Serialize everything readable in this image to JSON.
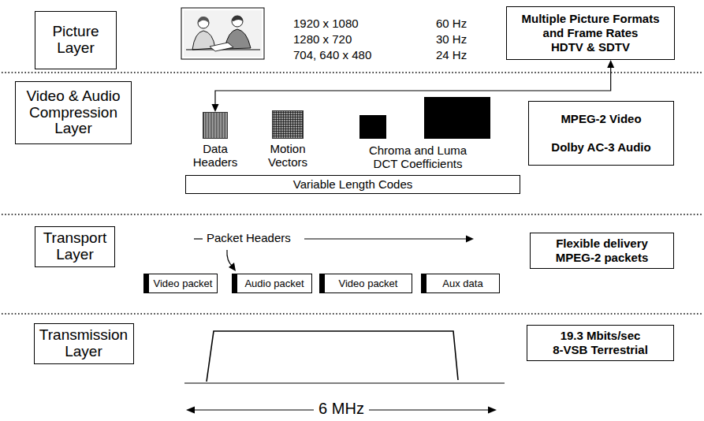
{
  "diagram": {
    "nodes": [
      {
        "text": [
          "Picture Layer"
        ]
      },
      {
        "text": [
          "Multiple Picture Formats and Frame Rates",
          "HDTV & SDTV"
        ]
      },
      {
        "text": [
          "Video & Audio Compression Layer"
        ]
      },
      {
        "text": [
          "Data Headers"
        ]
      },
      {
        "text": [
          "Motion Vectors"
        ]
      },
      {
        "text": [
          "MPEG-2 Video",
          "Dolby AC-3 Audio"
        ]
      },
      {
        "text": [
          "Variable Length Codes"
        ]
      },
      {
        "text": [
          "Transport Layer"
        ]
      },
      {
        "text": [
          "Flexible delivery",
          "MPEG-2 packets"
        ]
      },
      {
        "text": [
          "Video packet"
        ]
      },
      {
        "text": [
          "Audio packet"
        ]
      },
      {
        "text": [
          "Video packet"
        ]
      },
      {
        "text": [
          "Aux data"
        ]
      },
      {
        "text": [
          "Transmission Layer"
        ]
      },
      {
        "text": [
          "19.3 Mbits/sec",
          "8-VSB Terrestrial"
        ]
      }
    ],
    "edges": [
      {
        "from": 1,
        "to": 3,
        "arrow": "both"
      }
    ],
    "labels": [
      "1920 x 1080",
      "1280 x 720",
      "704, 640 x 480",
      "60 Hz",
      "30 Hz",
      "24 Hz",
      "Chroma and Luma DCT Coefficients",
      "Packet Headers",
      "6 MHz"
    ]
  }
}
